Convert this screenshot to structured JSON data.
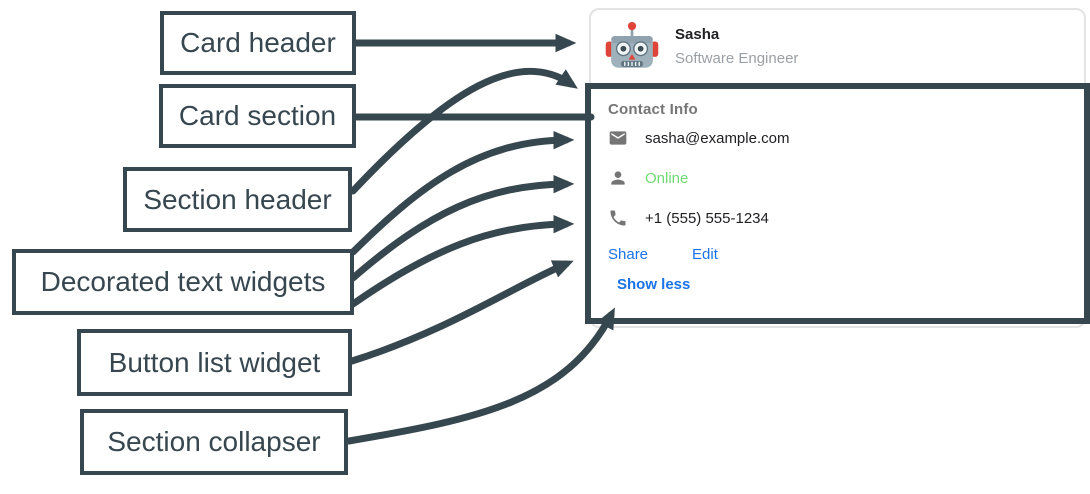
{
  "annotations": {
    "labels": [
      {
        "id": "card-header",
        "text": "Card header"
      },
      {
        "id": "card-section",
        "text": "Card section"
      },
      {
        "id": "section-header",
        "text": "Section header"
      },
      {
        "id": "decorated-text",
        "text": "Decorated text widgets"
      },
      {
        "id": "button-list",
        "text": "Button list widget"
      },
      {
        "id": "section-collapser",
        "text": "Section collapser"
      }
    ]
  },
  "card": {
    "header": {
      "avatar_icon": "robot-avatar-icon",
      "name": "Sasha",
      "role": "Software Engineer"
    },
    "section": {
      "title": "Contact Info",
      "rows": [
        {
          "icon": "email-icon",
          "text": "sasha@example.com",
          "status": "normal"
        },
        {
          "icon": "person-icon",
          "text": "Online",
          "status": "green"
        },
        {
          "icon": "phone-icon",
          "text": "+1 (555) 555-1234",
          "status": "normal"
        }
      ],
      "buttons": [
        "Share",
        "Edit"
      ],
      "collapser_label": "Show less"
    }
  },
  "colors": {
    "annotation_dark": "#37474F",
    "link_blue": "#1a73e8",
    "status_green": "#6eda73",
    "icon_gray": "#757575",
    "section_title_gray": "#757575",
    "name_text": "#212124",
    "role_gray": "#9aa0a6",
    "card_border": "#e3e3e6"
  }
}
